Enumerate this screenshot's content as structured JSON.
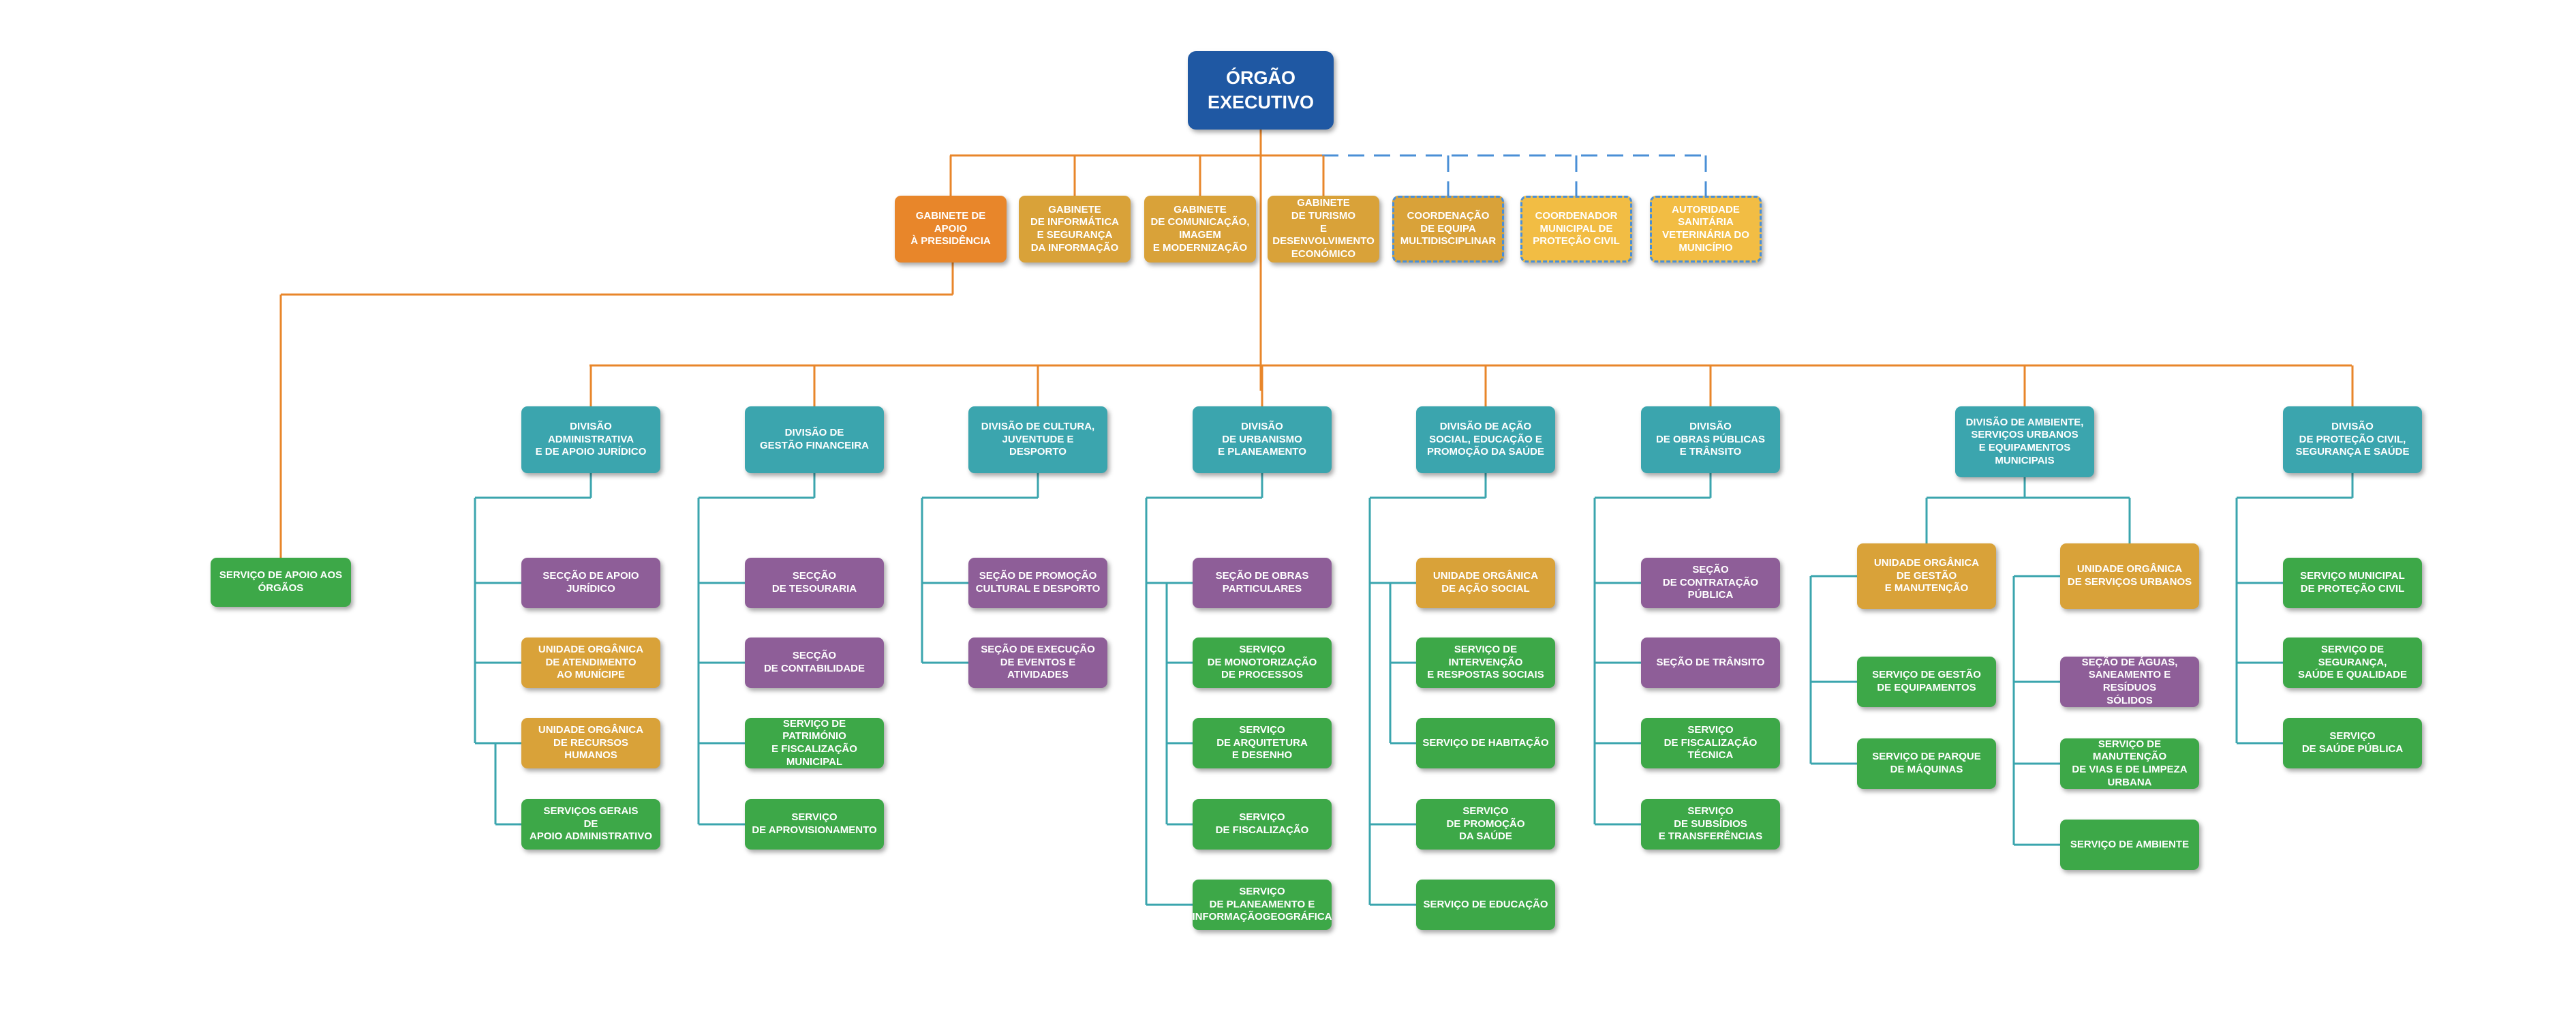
{
  "colors": {
    "navy": "#1f58a3",
    "orange": "#e8862a",
    "gold": "#d9a239",
    "yellow": "#f2bd44",
    "teal": "#3ba5ae",
    "purple": "#8e5e98",
    "green": "#3da848",
    "orange_line": "#e8862a",
    "teal_line": "#3ba5ae",
    "blue_dash": "#4a8fd6"
  },
  "root": {
    "id": "orgao-executivo",
    "label": "ÓRGÃO\nEXECUTIVO",
    "color": "navy"
  },
  "gabinetes": [
    {
      "id": "gabinete-apoio-presidencia",
      "label": "GABINETE DE APOIO\nÀ PRESIDÊNCIA",
      "color": "orange"
    },
    {
      "id": "gabinete-informatica",
      "label": "GABINETE\nDE INFORMÁTICA\nE SEGURANÇA\nDA INFORMAÇÃO",
      "color": "gold"
    },
    {
      "id": "gabinete-comunicacao",
      "label": "GABINETE\nDE COMUNICAÇÃO,\nIMAGEM\nE MODERNIZAÇÃO",
      "color": "gold"
    },
    {
      "id": "gabinete-turismo",
      "label": "GABINETE\nDE TURISMO\nE DESENVOLVIMENTO\nECONÓMICO",
      "color": "gold"
    },
    {
      "id": "coordenacao-equipa",
      "label": "COORDENAÇÃO\nDE EQUIPA\nMULTIDISCIPLINAR",
      "color": "gold",
      "dashed": true
    },
    {
      "id": "coordenador-protecao-civil",
      "label": "COORDENADOR\nMUNICIPAL DE\nPROTEÇÃO CIVIL",
      "color": "yellow",
      "dashed": true
    },
    {
      "id": "autoridade-sanitaria",
      "label": "AUTORIDADE\nSANITÁRIA\nVETERINÁRIA DO\nMUNICÍPIO",
      "color": "yellow",
      "dashed": true
    }
  ],
  "apoio_orgaos": {
    "id": "servico-apoio-orgaos",
    "label": "SERVIÇO DE APOIO AOS\nÓRGÃOS",
    "color": "green"
  },
  "divisoes": [
    {
      "id": "divisao-administrativa",
      "label": "DIVISÃO ADMINISTRATIVA\nE DE APOIO JURÍDICO",
      "color": "teal",
      "children": [
        {
          "id": "seccao-apoio-juridico",
          "label": "SECÇÃO DE APOIO\nJURÍDICO",
          "color": "purple"
        },
        {
          "id": "unidade-atendimento",
          "label": "UNIDADE ORGÂNICA\nDE ATENDIMENTO\nAO MUNÍCIPE",
          "color": "gold"
        },
        {
          "id": "unidade-recursos-humanos",
          "label": "UNIDADE ORGÂNICA\nDE RECURSOS HUMANOS",
          "color": "gold",
          "children": [
            {
              "id": "servicos-gerais",
              "label": "SERVIÇOS GERAIS\nDE\nAPOIO ADMINISTRATIVO",
              "color": "green"
            }
          ]
        }
      ]
    },
    {
      "id": "divisao-gestao-financeira",
      "label": "DIVISÃO DE\nGESTÃO FINANCEIRA",
      "color": "teal",
      "children": [
        {
          "id": "seccao-tesouraria",
          "label": "SECÇÃO\nDE TESOURARIA",
          "color": "purple"
        },
        {
          "id": "seccao-contabilidade",
          "label": "SECÇÃO\nDE CONTABILIDADE",
          "color": "purple"
        },
        {
          "id": "servico-patrimonio",
          "label": "SERVIÇO DE PATRIMÓNIO\nE FISCALIZAÇÃO\nMUNICIPAL",
          "color": "green"
        },
        {
          "id": "servico-aprovisionamento",
          "label": "SERVIÇO\nDE APROVISIONAMENTO",
          "color": "green"
        }
      ]
    },
    {
      "id": "divisao-cultura",
      "label": "DIVISÃO DE CULTURA,\nJUVENTUDE E DESPORTO",
      "color": "teal",
      "children": [
        {
          "id": "secao-promocao-cultural",
          "label": "SEÇÃO DE PROMOÇÃO\nCULTURAL E DESPORTO",
          "color": "purple"
        },
        {
          "id": "secao-execucao-eventos",
          "label": "SEÇÃO DE EXECUÇÃO\nDE EVENTOS E ATIVIDADES",
          "color": "purple"
        }
      ]
    },
    {
      "id": "divisao-urbanismo",
      "label": "DIVISÃO\nDE URBANISMO\nE PLANEAMENTO",
      "color": "teal",
      "children": [
        {
          "id": "secao-obras-particulares",
          "label": "SEÇÃO DE OBRAS\nPARTICULARES",
          "color": "purple",
          "children": [
            {
              "id": "servico-monotorizacao",
              "label": "SERVIÇO\nDE MONOTORIZAÇÃO\nDE PROCESSOS",
              "color": "green"
            },
            {
              "id": "servico-arquitetura",
              "label": "SERVIÇO\nDE ARQUITETURA\nE DESENHO",
              "color": "green"
            },
            {
              "id": "servico-fiscalizacao-urb",
              "label": "SERVIÇO\nDE FISCALIZAÇÃO",
              "color": "green"
            }
          ]
        },
        {
          "id": "servico-planeamento",
          "label": "SERVIÇO\nDE PLANEAMENTO E\nINFORMAÇÃOGEOGRÁFICA",
          "color": "green"
        }
      ]
    },
    {
      "id": "divisao-acao-social",
      "label": "DIVISÃO DE AÇÃO\nSOCIAL, EDUCAÇÃO E\nPROMOÇÃO DA SAÚDE",
      "color": "teal",
      "children": [
        {
          "id": "unidade-acao-social",
          "label": "UNIDADE ORGÂNICA\nDE AÇÃO SOCIAL",
          "color": "gold",
          "children": [
            {
              "id": "servico-intervencao",
              "label": "SERVIÇO DE INTERVENÇÃO\nE RESPOSTAS SOCIAIS",
              "color": "green"
            },
            {
              "id": "servico-habitacao",
              "label": "SERVIÇO DE HABITAÇÃO",
              "color": "green"
            }
          ]
        },
        {
          "id": "servico-promocao-saude",
          "label": "SERVIÇO\nDE PROMOÇÃO\nDA SAÚDE",
          "color": "green"
        },
        {
          "id": "servico-educacao",
          "label": "SERVIÇO DE EDUCAÇÃO",
          "color": "green"
        }
      ]
    },
    {
      "id": "divisao-obras-publicas",
      "label": "DIVISÃO\nDE OBRAS PÚBLICAS\nE TRÂNSITO",
      "color": "teal",
      "children": [
        {
          "id": "secao-contratacao",
          "label": "SEÇÃO\nDE CONTRATAÇÃO\nPÚBLICA",
          "color": "purple"
        },
        {
          "id": "secao-transito",
          "label": "SEÇÃO DE TRÂNSITO",
          "color": "purple"
        },
        {
          "id": "servico-fiscalizacao-tecnica",
          "label": "SERVIÇO\nDE FISCALIZAÇÃO\nTÉCNICA",
          "color": "green"
        },
        {
          "id": "servico-subsidios",
          "label": "SERVIÇO\nDE SUBSÍDIOS\nE TRANSFERÊNCIAS",
          "color": "green"
        }
      ]
    },
    {
      "id": "divisao-ambiente",
      "label": "DIVISÃO DE AMBIENTE,\nSERVIÇOS URBANOS\nE EQUIPAMENTOS\nMUNICIPAIS",
      "color": "teal",
      "children": [
        {
          "id": "unidade-gestao-manutencao",
          "label": "UNIDADE ORGÂNICA\nDE GESTÃO\nE MANUTENÇÃO",
          "color": "gold",
          "children": [
            {
              "id": "servico-gestao-equipamentos",
              "label": "SERVIÇO DE GESTÃO\nDE EQUIPAMENTOS",
              "color": "green"
            },
            {
              "id": "servico-parque-maquinas",
              "label": "SERVIÇO DE PARQUE\nDE MÁQUINAS",
              "color": "green"
            }
          ]
        },
        {
          "id": "unidade-servicos-urbanos",
          "label": "UNIDADE ORGÂNICA\nDE SERVIÇOS URBANOS",
          "color": "gold",
          "children": [
            {
              "id": "secao-aguas",
              "label": "SEÇÃO DE ÁGUAS,\nSANEAMENTO E RESÍDUOS\nSÓLIDOS",
              "color": "purple"
            },
            {
              "id": "servico-manutencao-vias",
              "label": "SERVIÇO DE MANUTENÇÃO\nDE VIAS E DE LIMPEZA\nURBANA",
              "color": "green"
            },
            {
              "id": "servico-ambiente",
              "label": "SERVIÇO DE AMBIENTE",
              "color": "green"
            }
          ]
        }
      ]
    },
    {
      "id": "divisao-protecao-civil",
      "label": "DIVISÃO\nDE PROTEÇÃO CIVIL,\nSEGURANÇA E SAÚDE",
      "color": "teal",
      "children": [
        {
          "id": "servico-municipal-protecao",
          "label": "SERVIÇO MUNICIPAL\nDE PROTEÇÃO CIVIL",
          "color": "green"
        },
        {
          "id": "servico-seguranca",
          "label": "SERVIÇO DE SEGURANÇA,\nSAÚDE E QUALIDADE",
          "color": "green"
        },
        {
          "id": "servico-saude-publica",
          "label": "SERVIÇO\nDE SAÚDE PÚBLICA",
          "color": "green"
        }
      ]
    }
  ]
}
